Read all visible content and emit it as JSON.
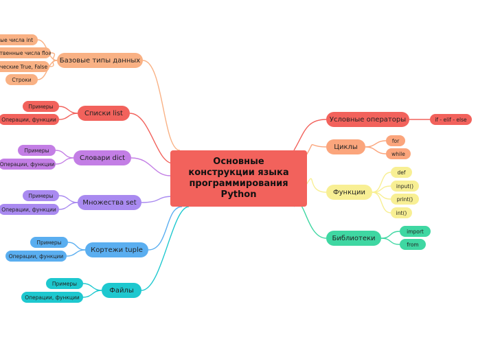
{
  "root": "Основные конструкции языка программирования Python",
  "colors": {
    "root": "#f2625c",
    "salmon": "#f9b184",
    "red": "#f2625c",
    "purple": "#c37ee5",
    "violet": "#a98af0",
    "blue": "#5aaef0",
    "cyan": "#1ec8cf",
    "orange": "#fba57c",
    "yellow": "#f8ef94",
    "green": "#3fd7a2"
  },
  "left": [
    {
      "label": "Базовые типы данных",
      "color": "salmon",
      "children": [
        "Целые числа int",
        "Вещественные числа float",
        "Логические True, False",
        "Строки"
      ]
    },
    {
      "label": "Списки list",
      "color": "red",
      "children": [
        "Примеры",
        "Операции, функции"
      ]
    },
    {
      "label": "Словари dict",
      "color": "purple",
      "children": [
        "Примеры",
        "Операции, функции"
      ]
    },
    {
      "label": "Множества set",
      "color": "violet",
      "children": [
        "Примеры",
        "Операции, функции"
      ]
    },
    {
      "label": "Кортежи tuple",
      "color": "blue",
      "children": [
        "Примеры",
        "Операции, функции"
      ]
    },
    {
      "label": "Файлы",
      "color": "cyan",
      "children": [
        "Примеры",
        "Операции, функции"
      ]
    }
  ],
  "right": [
    {
      "label": "Условные операторы",
      "color": "red",
      "children": [
        "if - elif - else"
      ]
    },
    {
      "label": "Циклы",
      "color": "orange",
      "children": [
        "for",
        "while"
      ]
    },
    {
      "label": "Функции",
      "color": "yellow",
      "children": [
        "def",
        "input()",
        "print()",
        "int()"
      ]
    },
    {
      "label": "Библиотеки",
      "color": "green",
      "children": [
        "import",
        "from"
      ]
    }
  ]
}
